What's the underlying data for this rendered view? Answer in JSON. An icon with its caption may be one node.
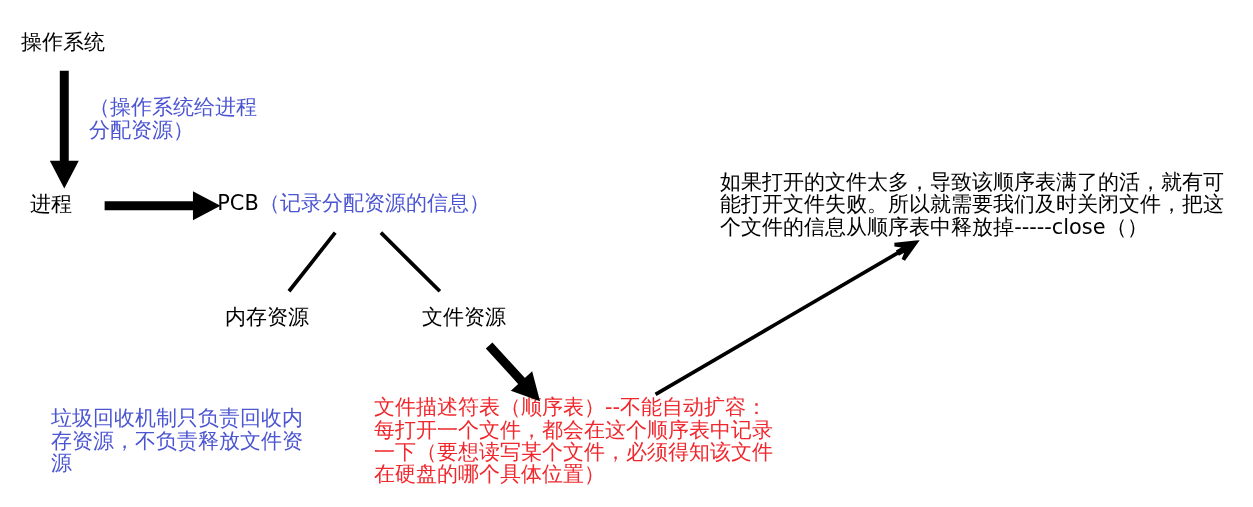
{
  "diagram": {
    "nodes": [
      {
        "text": [
          "操作系统"
        ]
      },
      {
        "text": [
          "进程"
        ]
      },
      {
        "text": [
          "PCB"
        ],
        "beside": [
          "（记录分配资源的信息）"
        ]
      },
      {
        "text": [
          "内存资源"
        ]
      },
      {
        "text": [
          "文件资源"
        ]
      },
      {
        "text": [
          "文件描述符表（顺序表）--不能自动扩容：每打开一个文件，都会在这个顺序表中记录一下（要想读写某个文件，必须得知该文件在硬盘的哪个具体位置）"
        ]
      },
      {
        "text": [
          "如果打开的文件太多，导致该顺序表满了的活，就有可能打开文件失败。所以就需要我们及时关闭文件，把这个文件的信息从顺序表中释放掉-----close（）"
        ]
      }
    ],
    "edges": [
      {
        "from": 0,
        "to": 1,
        "arrow": "to",
        "label": "（操作系统给进程分配资源）",
        "style": "thick"
      },
      {
        "from": 1,
        "to": 2,
        "arrow": "to",
        "style": "thick"
      },
      {
        "from": 2,
        "to": 3,
        "arrow": "none"
      },
      {
        "from": 2,
        "to": 4,
        "arrow": "none"
      },
      {
        "from": 4,
        "to": 5,
        "arrow": "to",
        "style": "thick"
      },
      {
        "from": 5,
        "to": 6,
        "arrow": "to"
      }
    ],
    "labels": [
      "垃圾回收机制只负责回收内存资源，不负责释放文件资源"
    ]
  }
}
